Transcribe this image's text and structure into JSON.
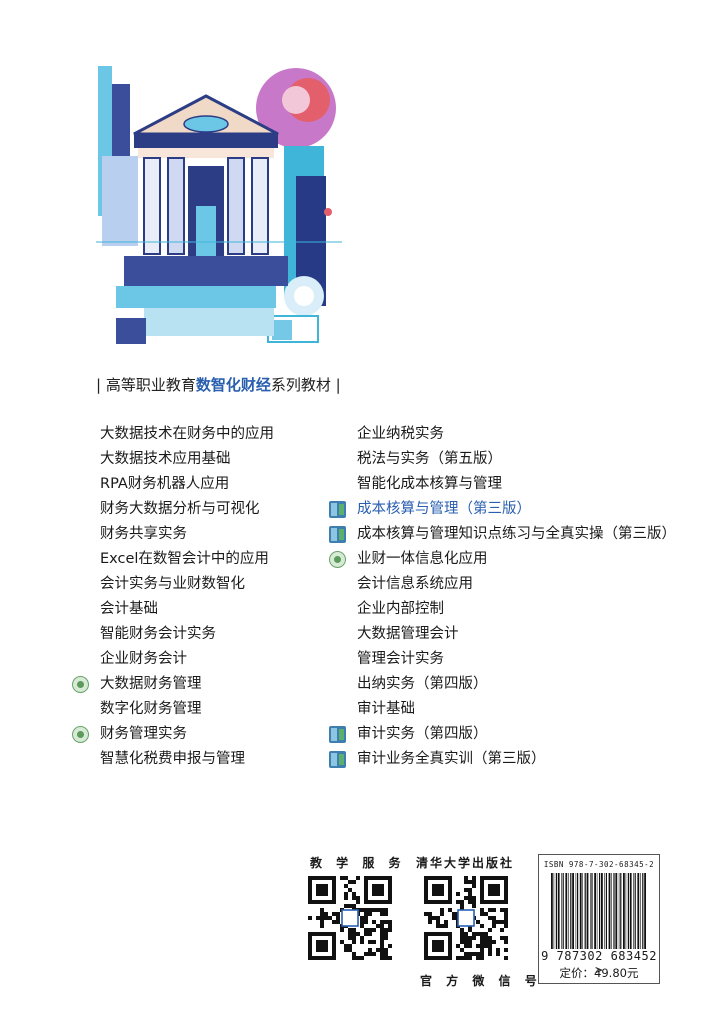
{
  "series_banner": {
    "prefix": "| 高等职业教育",
    "highlight": "数智化财经",
    "suffix": "系列教材 |"
  },
  "left_books": [
    {
      "title": "大数据技术在财务中的应用",
      "mark": ""
    },
    {
      "title": "大数据技术应用基础",
      "mark": ""
    },
    {
      "title": "RPA财务机器人应用",
      "mark": ""
    },
    {
      "title": "财务大数据分析与可视化",
      "mark": ""
    },
    {
      "title": "财务共享实务",
      "mark": ""
    },
    {
      "title": "Excel在数智会计中的应用",
      "mark": ""
    },
    {
      "title": "会计实务与业财数智化",
      "mark": ""
    },
    {
      "title": "会计基础",
      "mark": ""
    },
    {
      "title": "智能财务会计实务",
      "mark": ""
    },
    {
      "title": "企业财务会计",
      "mark": ""
    },
    {
      "title": "大数据财务管理",
      "mark": "green-seal-icon"
    },
    {
      "title": "数字化财务管理",
      "mark": ""
    },
    {
      "title": "财务管理实务",
      "mark": "green-seal-icon"
    },
    {
      "title": "智慧化税费申报与管理",
      "mark": ""
    }
  ],
  "right_books": [
    {
      "title": "企业纳税实务",
      "mark": ""
    },
    {
      "title": "税法与实务（第五版）",
      "mark": ""
    },
    {
      "title": "智能化成本核算与管理",
      "mark": ""
    },
    {
      "title": "成本核算与管理（第三版）",
      "mark": "book-stack-icon",
      "highlight": true
    },
    {
      "title": "成本核算与管理知识点练习与全真实操（第三版）",
      "mark": "book-stack-icon"
    },
    {
      "title": "业财一体信息化应用",
      "mark": "green-seal-icon"
    },
    {
      "title": "会计信息系统应用",
      "mark": ""
    },
    {
      "title": "企业内部控制",
      "mark": ""
    },
    {
      "title": "大数据管理会计",
      "mark": ""
    },
    {
      "title": "管理会计实务",
      "mark": ""
    },
    {
      "title": "出纳实务（第四版）",
      "mark": ""
    },
    {
      "title": "审计基础",
      "mark": ""
    },
    {
      "title": "审计实务（第四版）",
      "mark": "book-stack-icon"
    },
    {
      "title": "审计业务全真实训（第三版）",
      "mark": "book-stack-icon"
    }
  ],
  "qr": {
    "service_label": "教 学 服 务",
    "press_label": "清华大学出版社",
    "official_label": "官 方 微 信 号"
  },
  "isbn": {
    "text": "ISBN 978-7-302-68345-2",
    "barcode_digits": "9 787302 683452 >",
    "price": "定价：49.80元"
  },
  "colors": {
    "accent_blue": "#2a5fb0",
    "seal_green": "#5b9a5b",
    "book_icon_blue": "#3e7fb0"
  }
}
